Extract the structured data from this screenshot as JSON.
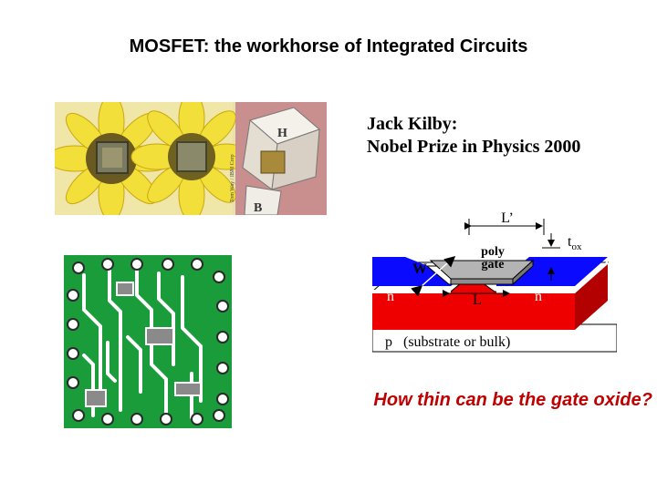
{
  "title": "MOSFET: the workhorse of Integrated Circuits",
  "kilby": {
    "line1": "Jack Kilby:",
    "line2": "Nobel Prize in Physics 2000"
  },
  "photo": {
    "watermark": "Tom Way / IBM Corp",
    "cube_letters": [
      "H",
      "B"
    ]
  },
  "mosfet": {
    "label_L_prime": "L’",
    "label_tox": "t",
    "label_tox_sub": "ox",
    "gate_line1": "poly",
    "gate_line2": "gate",
    "label_W": "W",
    "label_n_left": "n",
    "label_n_right": "n",
    "label_n_sup": "+",
    "label_L": "L",
    "substrate_line": "p   (substrate or bulk)",
    "colors": {
      "n_region": "#0a0aff",
      "p_substrate": "#ee0000",
      "oxide": "#ffffff",
      "gate": "#b4b4b4"
    }
  },
  "question": "How thin can be the gate oxide?"
}
